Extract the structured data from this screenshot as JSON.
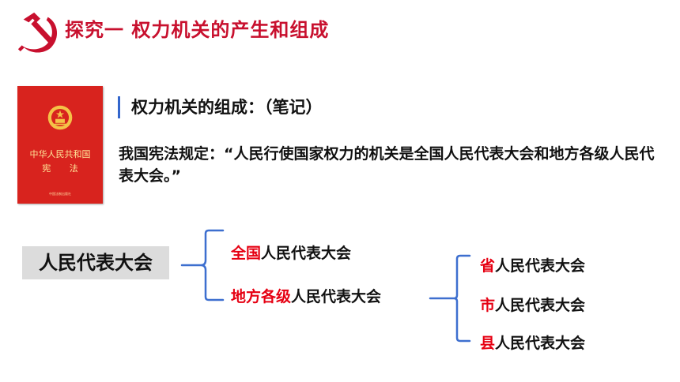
{
  "title": "探究一 权力机关的产生和组成",
  "book": {
    "title": "中华人民共和国",
    "subtitle": "宪 法",
    "publisher": "中国法制出版社"
  },
  "notes_heading": "权力机关的组成：（笔记）",
  "quote": "我国宪法规定：“人民行使国家权力的机关是全国人民代表大会和地方各级人民代表大会。”",
  "diagram": {
    "root": "人民代表大会",
    "level1": [
      {
        "highlight": "全国",
        "rest": "人民代表大会"
      },
      {
        "highlight": "地方各级",
        "rest": "人民代表大会"
      }
    ],
    "level2": [
      {
        "highlight": "省",
        "rest": "人民代表大会"
      },
      {
        "highlight": "市",
        "rest": "人民代表大会"
      },
      {
        "highlight": "县",
        "rest": "人民代表大会"
      }
    ]
  },
  "colors": {
    "title": "#c8102e",
    "emblem": "#c8102e",
    "highlight": "#e60012",
    "brace": "#3d6fcf",
    "book_cover": "#d8231e",
    "root_box": "#dcdcdc"
  },
  "icons": {
    "party_emblem": "hammer-sickle-icon",
    "book_emblem": "national-emblem-icon"
  }
}
